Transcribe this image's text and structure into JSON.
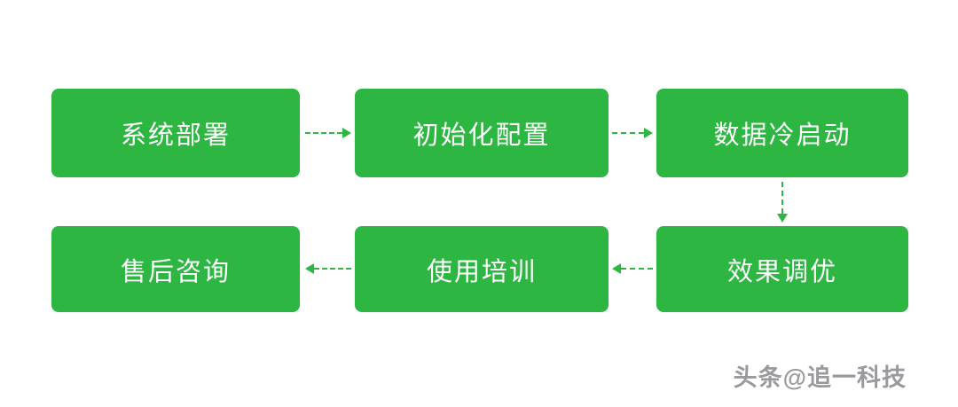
{
  "diagram": {
    "title": "deployment-service-flow",
    "nodes": [
      {
        "id": "system-deploy",
        "label": "系统部署"
      },
      {
        "id": "init-config",
        "label": "初始化配置"
      },
      {
        "id": "data-cold-start",
        "label": "数据冷启动"
      },
      {
        "id": "effect-tuning",
        "label": "效果调优"
      },
      {
        "id": "usage-training",
        "label": "使用培训"
      },
      {
        "id": "aftersales",
        "label": "售后咨询"
      }
    ],
    "connections": [
      {
        "from": "系统部署",
        "to": "初始化配置",
        "style": "dashed-arrow",
        "direction": "right"
      },
      {
        "from": "初始化配置",
        "to": "数据冷启动",
        "style": "dashed-arrow",
        "direction": "right"
      },
      {
        "from": "数据冷启动",
        "to": "效果调优",
        "style": "dashed-arrow",
        "direction": "down"
      },
      {
        "from": "效果调优",
        "to": "使用培训",
        "style": "dashed-arrow",
        "direction": "left"
      },
      {
        "from": "使用培训",
        "to": "售后咨询",
        "style": "dashed-arrow",
        "direction": "left"
      }
    ]
  },
  "watermark": {
    "text": "头条@追一科技"
  },
  "colors": {
    "accent": "#2db742",
    "node_text": "#ffffff",
    "watermark": "#9a9a9e",
    "background": "#ffffff"
  }
}
